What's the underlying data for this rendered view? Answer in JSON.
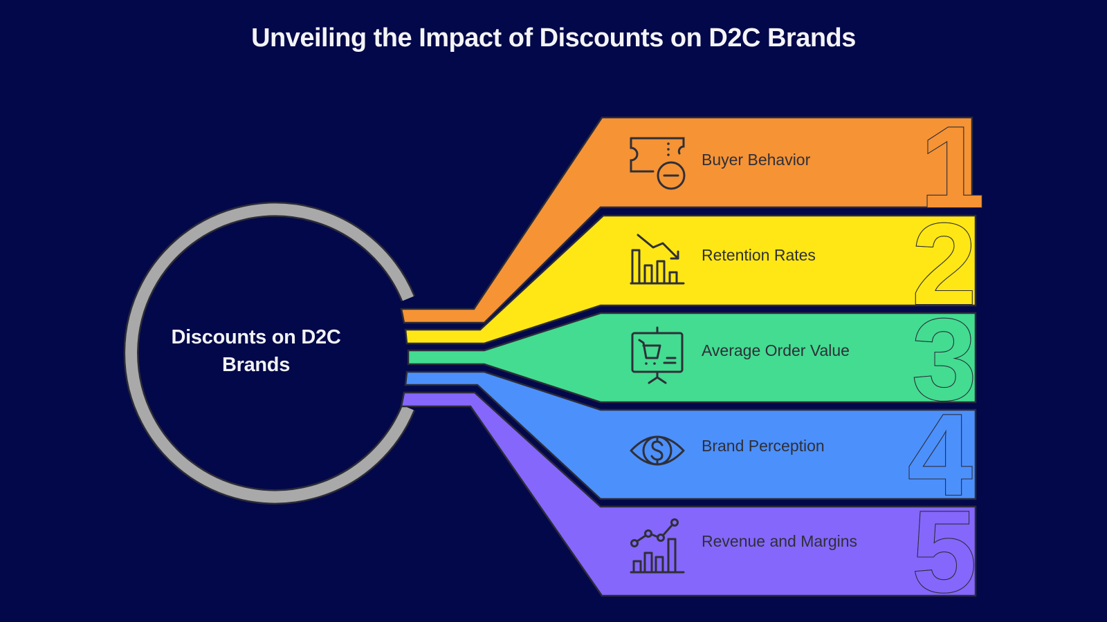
{
  "title": "Unveiling the Impact of Discounts on D2C Brands",
  "center": {
    "line1": "Discounts on D2C",
    "line2": "Brands",
    "ring_color": "#a9a9a9"
  },
  "colors": {
    "background": "#020849",
    "outline": "#2b2b38",
    "text_dark": "#2f2f38"
  },
  "bands": [
    {
      "number": "1",
      "label": "Buyer Behavior",
      "icon": "ticket-minus-icon",
      "color": "#f59335"
    },
    {
      "number": "2",
      "label": "Retention Rates",
      "icon": "declining-bar-chart-icon",
      "color": "#fee714"
    },
    {
      "number": "3",
      "label": "Average Order Value",
      "icon": "cart-presentation-board-icon",
      "color": "#43dc91"
    },
    {
      "number": "4",
      "label": "Brand Perception",
      "icon": "eye-dollar-icon",
      "color": "#4c90fb"
    },
    {
      "number": "5",
      "label": "Revenue and Margins",
      "icon": "growth-chart-icon",
      "color": "#8567fb"
    }
  ]
}
